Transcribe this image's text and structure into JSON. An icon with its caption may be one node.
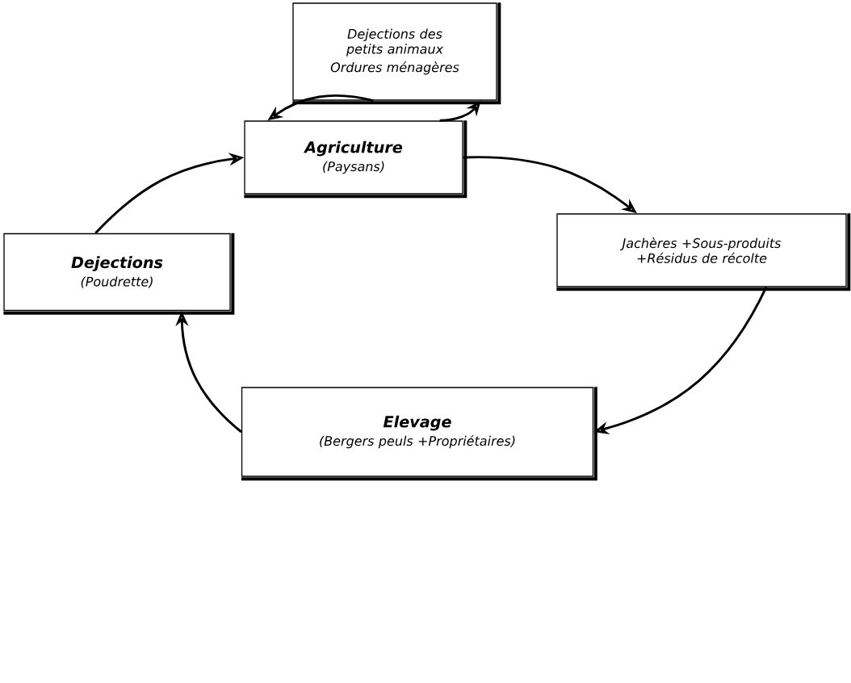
{
  "diagram": {
    "nodes": [
      {
        "text": [
          "Dejections des petits animaux",
          "Ordures ménagères"
        ]
      },
      {
        "text": [
          "Agriculture",
          "(Paysans)"
        ]
      },
      {
        "text": [
          "Jachères +Sous-produits +Résidus de récolte"
        ]
      },
      {
        "text": [
          "Elevage",
          "(Bergers peuls +Propriétaires)"
        ]
      },
      {
        "text": [
          "Dejections",
          "(Poudrette)"
        ]
      }
    ],
    "edges": [
      {
        "from": 0,
        "to": 1,
        "arrow": "to"
      },
      {
        "from": 1,
        "to": 0,
        "arrow": "to"
      },
      {
        "from": 1,
        "to": 2,
        "arrow": "to"
      },
      {
        "from": 2,
        "to": 3,
        "arrow": "to"
      },
      {
        "from": 3,
        "to": 4,
        "arrow": "to"
      },
      {
        "from": 4,
        "to": 1,
        "arrow": "to"
      }
    ]
  }
}
